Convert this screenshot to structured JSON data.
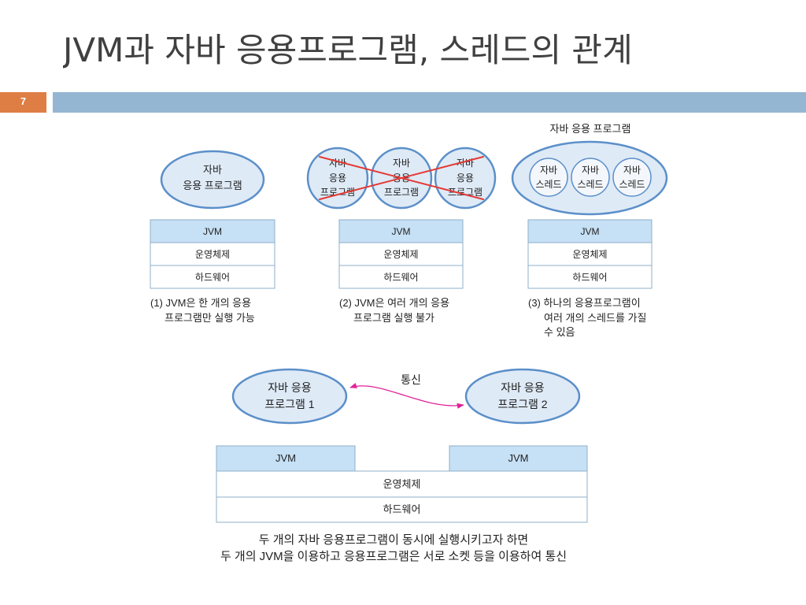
{
  "slide": {
    "title": "JVM과 자바 응용프로그램, 스레드의 관계",
    "page_number": "7"
  },
  "colors": {
    "title_text": "#404040",
    "page_number_bg": "#DE7E44",
    "header_bar": "#94B6D2",
    "app_fill": "#DEEAF6",
    "app_stroke": "#5B8FC9",
    "jvm_fill": "#C6E0F5",
    "cross_out": "#E53935",
    "communication_arrow": "#E0229A"
  },
  "figure1": {
    "app_label": [
      "자바",
      "응용 프로그램"
    ],
    "stack": [
      "JVM",
      "운영체제",
      "하드웨어"
    ],
    "caption": [
      "(1) JVM은 한 개의 응용",
      "프로그램만 실행 가능"
    ]
  },
  "figure2": {
    "apps": [
      [
        "자바",
        "응용",
        "프로그램"
      ],
      [
        "자바",
        "응용",
        "프로그램"
      ],
      [
        "자바",
        "응용",
        "프로그램"
      ]
    ],
    "crossed_out": true,
    "stack": [
      "JVM",
      "운영체제",
      "하드웨어"
    ],
    "caption": [
      "(2) JVM은 여러 개의 응용",
      "프로그램 실행 불가"
    ]
  },
  "figure3": {
    "app_label": "자바 응용 프로그램",
    "threads": [
      [
        "자바",
        "스레드"
      ],
      [
        "자바",
        "스레드"
      ],
      [
        "자바",
        "스레드"
      ]
    ],
    "stack": [
      "JVM",
      "운영체제",
      "하드웨어"
    ],
    "caption": [
      "(3) 하나의 응용프로그램이",
      "여러 개의 스레드를 가질",
      "수 있음"
    ]
  },
  "figure4": {
    "apps": [
      [
        "자바 응용",
        "프로그램 1"
      ],
      [
        "자바 응용",
        "프로그램 2"
      ]
    ],
    "link_label": "통신",
    "jvms": [
      "JVM",
      "JVM"
    ],
    "os": "운영체제",
    "hardware": "하드웨어",
    "caption": [
      "두 개의 자바 응용프로그램이 동시에 실행시키고자 하면",
      "두 개의 JVM을 이용하고 응용프로그램은 서로 소켓 등을 이용하여 통신"
    ]
  }
}
